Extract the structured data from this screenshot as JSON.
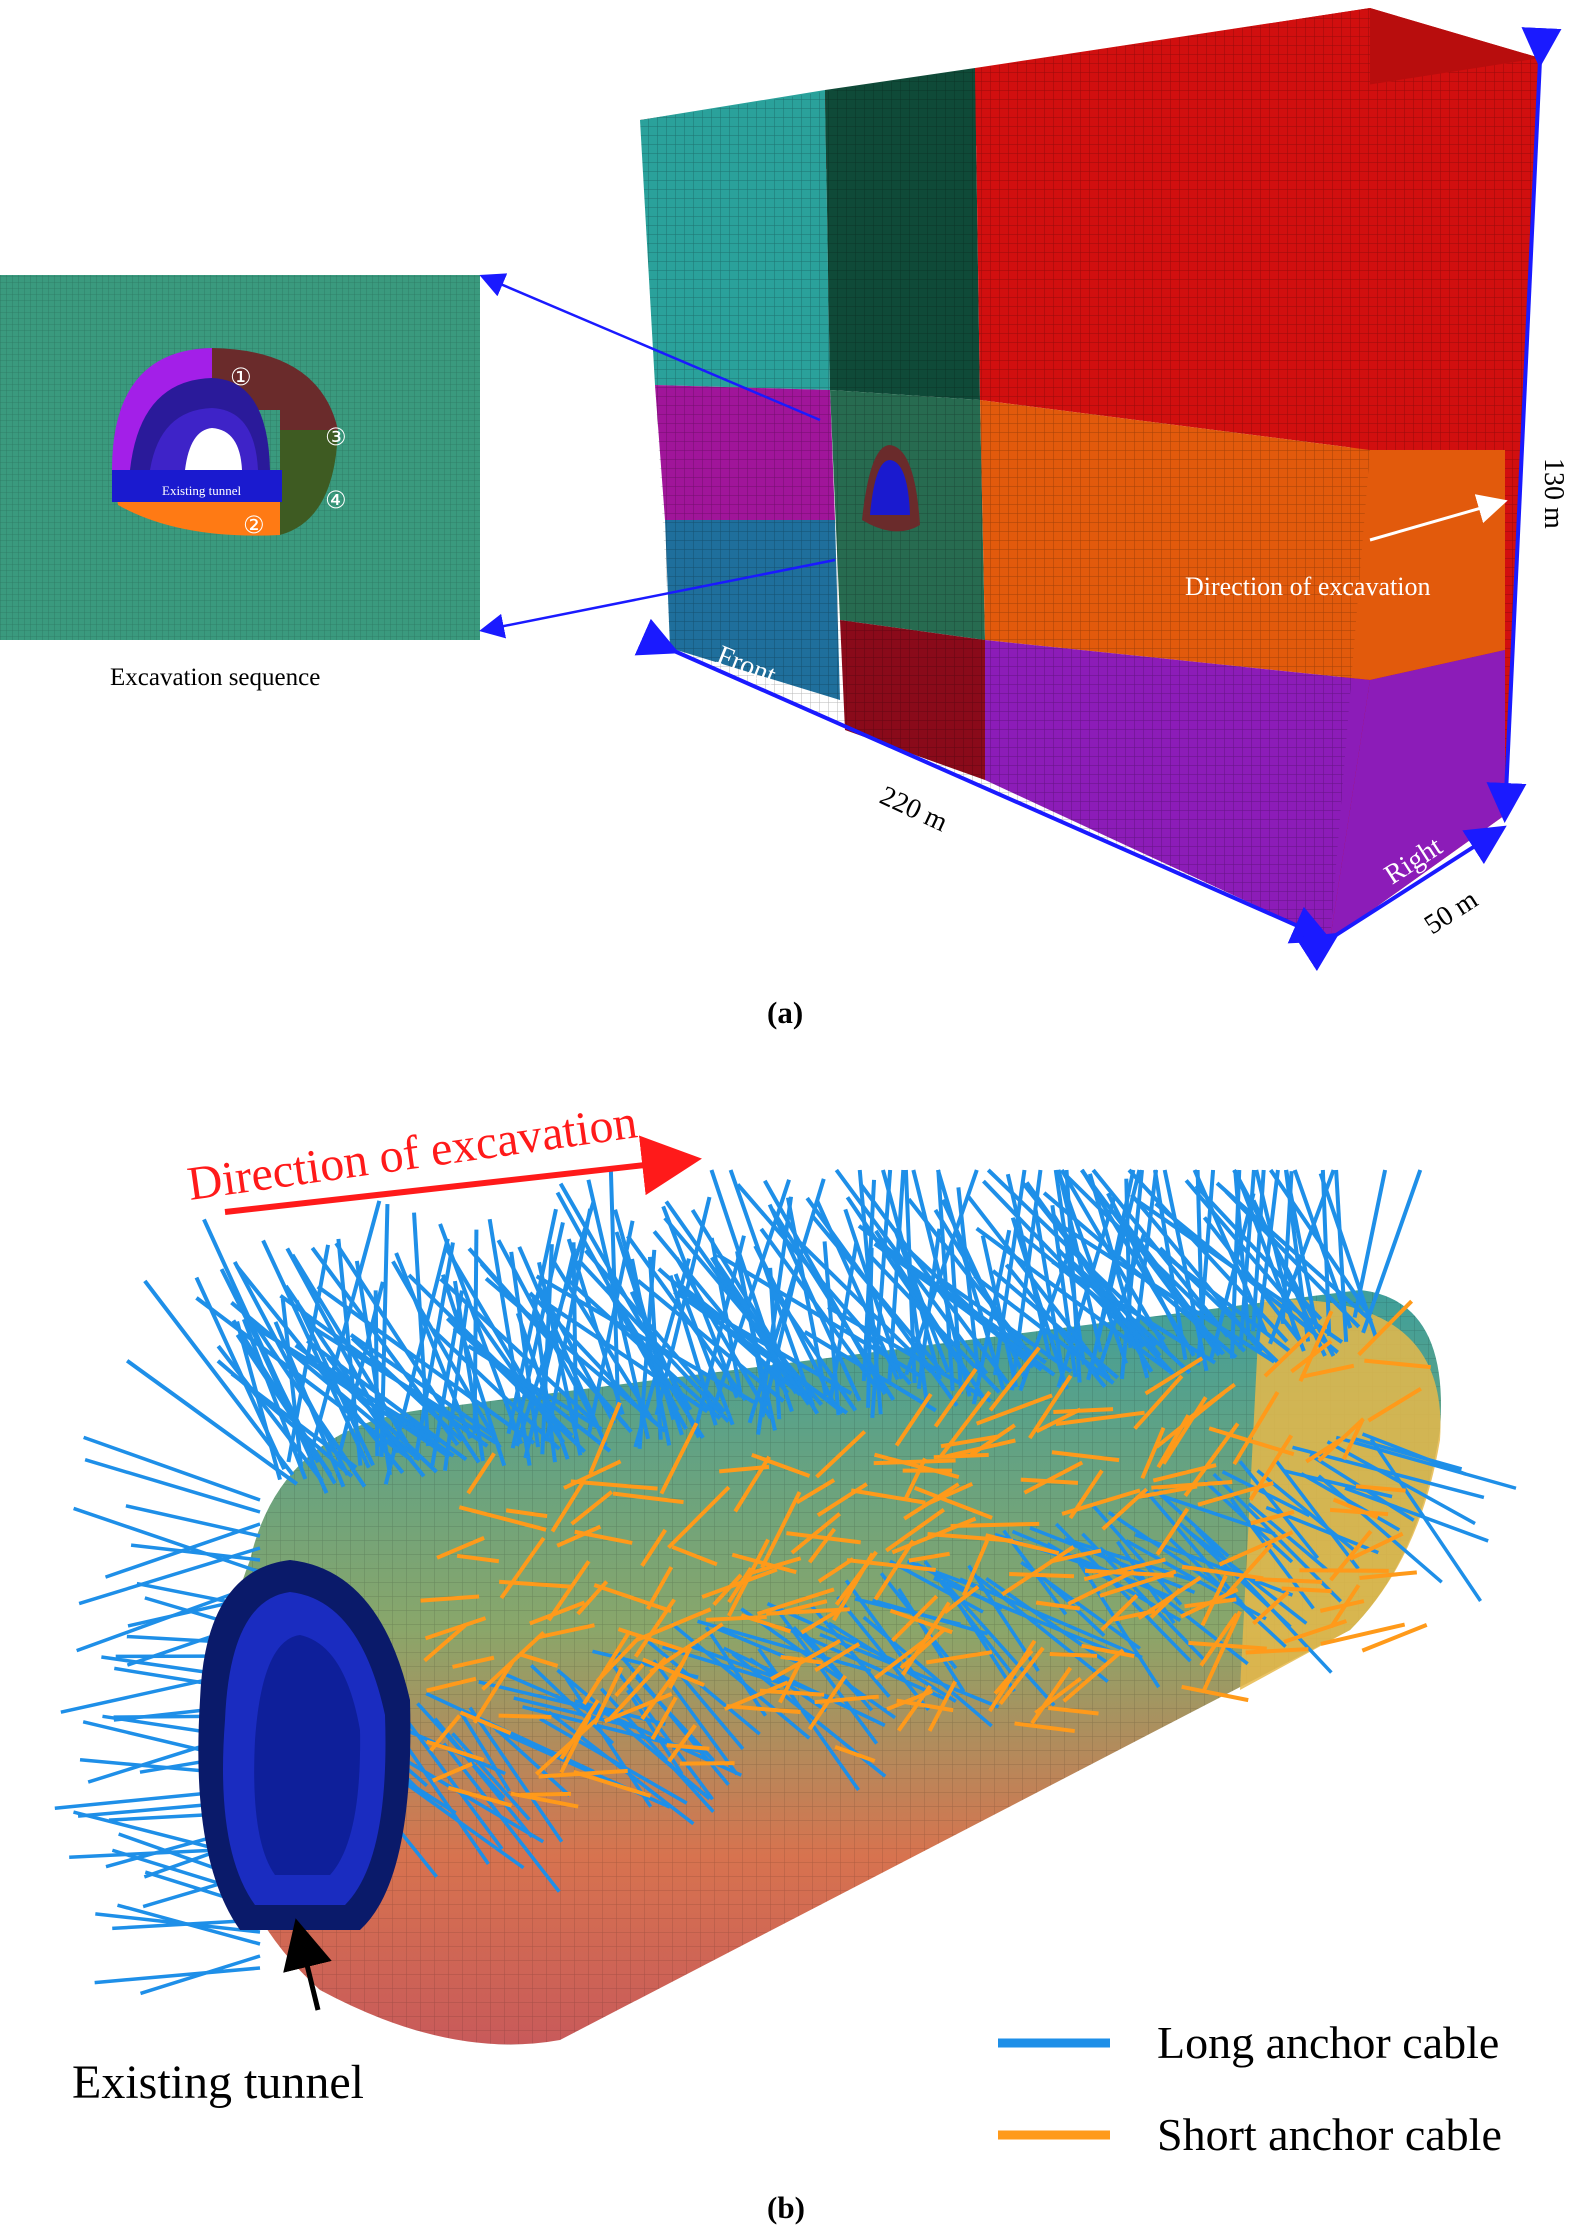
{
  "panel_a": {
    "label": "(a)",
    "inset_caption": "Excavation sequence",
    "inset_tunnel_label": "Existing tunnel",
    "sequence_marks": [
      "①",
      "②",
      "③",
      "④"
    ],
    "dim_length": "220 m",
    "dim_width": "50 m",
    "dim_height": "130 m",
    "face_front": "Front",
    "face_right": "Right",
    "direction_label": "Direction of excavation",
    "colors": {
      "block_cyan": "#2aa19b",
      "block_darkgreen": "#0f4a38",
      "block_red": "#d10f0f",
      "block_magenta": "#a0159a",
      "block_green": "#276b50",
      "block_orange": "#e25a0c",
      "block_blue": "#1f6f9c",
      "block_maroon": "#8a0a1a",
      "block_purple": "#8c1cb8",
      "inset_bg": "#3a9a7e",
      "dimension_line": "#1a1aff"
    }
  },
  "panel_b": {
    "label": "(b)",
    "direction_label": "Direction of excavation",
    "tunnel_label": "Existing tunnel",
    "legend": [
      {
        "label": "Long anchor cable",
        "color": "#1e8fe8"
      },
      {
        "label": "Short anchor cable",
        "color": "#ff9a1a"
      }
    ],
    "direction_color": "#ff1a1a"
  }
}
